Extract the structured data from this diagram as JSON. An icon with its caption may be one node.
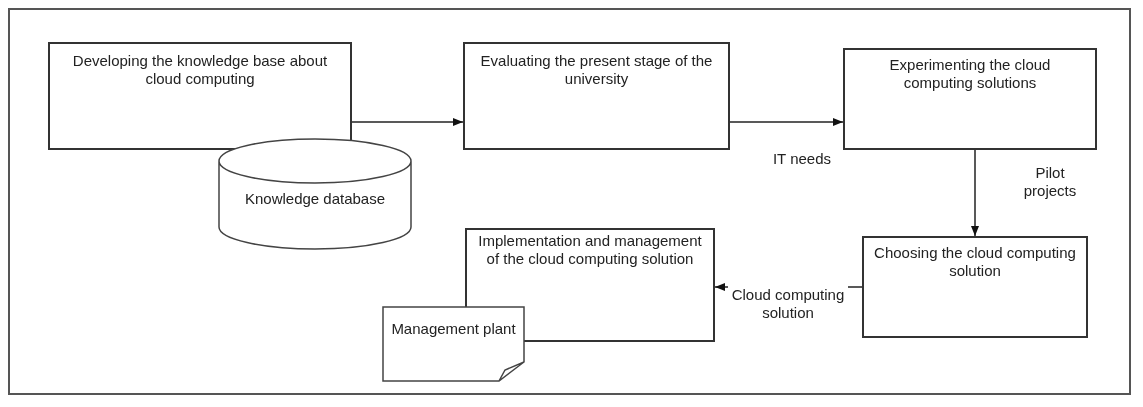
{
  "diagram": {
    "nodes": [
      {
        "text": [
          "Developing the knowledge base about cloud computing"
        ]
      },
      {
        "text": [
          "Knowledge database"
        ]
      },
      {
        "text": [
          "Evaluating the present stage of the university"
        ]
      },
      {
        "text": [
          "Experimenting the cloud computing solutions"
        ]
      },
      {
        "text": [
          "Choosing the cloud computing solution"
        ]
      },
      {
        "text": [
          "Implementation and management of the cloud computing solution"
        ]
      },
      {
        "text": [
          "Management plant"
        ]
      }
    ],
    "edges": [
      {
        "from": 0,
        "to": 2,
        "arrow": "to"
      },
      {
        "from": 2,
        "to": 3,
        "arrow": "to",
        "label": "IT needs"
      },
      {
        "from": 3,
        "to": 4,
        "arrow": "to",
        "label": "Pilot projects"
      },
      {
        "from": 4,
        "to": 5,
        "arrow": "to",
        "label": "Cloud computing solution"
      }
    ]
  }
}
